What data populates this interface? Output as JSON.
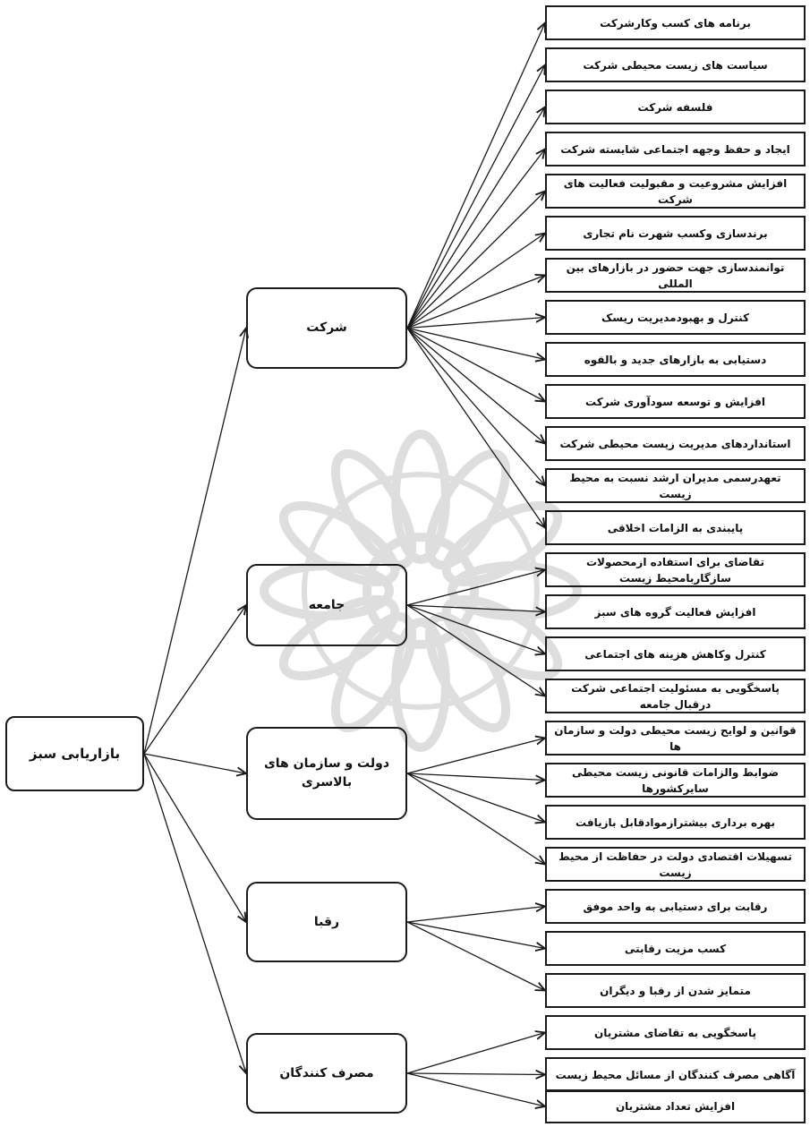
{
  "root": {
    "label": "بازاریابی سبز"
  },
  "categories": [
    {
      "label": "شرکت",
      "items": [
        "برنامه های کسب وکارشرکت",
        "سیاست های زیست محیطی شرکت",
        "فلسفه شرکت",
        "ایجاد و حفظ وجهه اجتماعی شایسته شرکت",
        "افزایش مشروعیت و مقبولیت فعالیت های شرکت",
        "برندسازی وکسب شهرت نام تجاری",
        "توانمندسازی جهت حضور در بازارهای بین المللی",
        "کنترل و بهبودمدیریت ریسک",
        "دستیابی به بازارهای جدید و بالقوه",
        "افزایش و توسعه سودآوری شرکت",
        "استانداردهای مدیریت زیست محیطی شرکت",
        "تعهدرسمی مدیران ارشد نسبت به محیط زیست",
        "پایبندی به الزامات اخلاقی"
      ]
    },
    {
      "label": "جامعه",
      "items": [
        "تقاضای برای استفاده ازمحصولات سازگاربامحیط زیست",
        "افزایش فعالیت گروه های سبز",
        "کنترل وکاهش هزینه های اجتماعی",
        "پاسخگویی به مسئولیت اجتماعی شرکت درقبال جامعه"
      ]
    },
    {
      "label": "دولت و سازمان های بالاسری",
      "items": [
        "قوانین و لوایح زیست محیطی دولت و سازمان ها",
        "ضوابط والزامات قانونی زیست محیطی سایرکشورها",
        "بهره برداری بیشترازموادقابل بازیافت",
        "تسهیلات اقتصادی دولت در حفاظت از محیط زیست"
      ]
    },
    {
      "label": "رقبا",
      "items": [
        "رقابت برای دستیابی به واحد موفق",
        "کسب مزیت رقابتی",
        "متمایز شدن از رقبا و دیگران"
      ]
    },
    {
      "label": "مصرف کنندگان",
      "items": [
        "پاسخگویی به تقاضای مشتریان",
        "آگاهی مصرف کنندگان از مسائل محیط زیست",
        "افزایش تعداد مشتریان"
      ]
    }
  ]
}
